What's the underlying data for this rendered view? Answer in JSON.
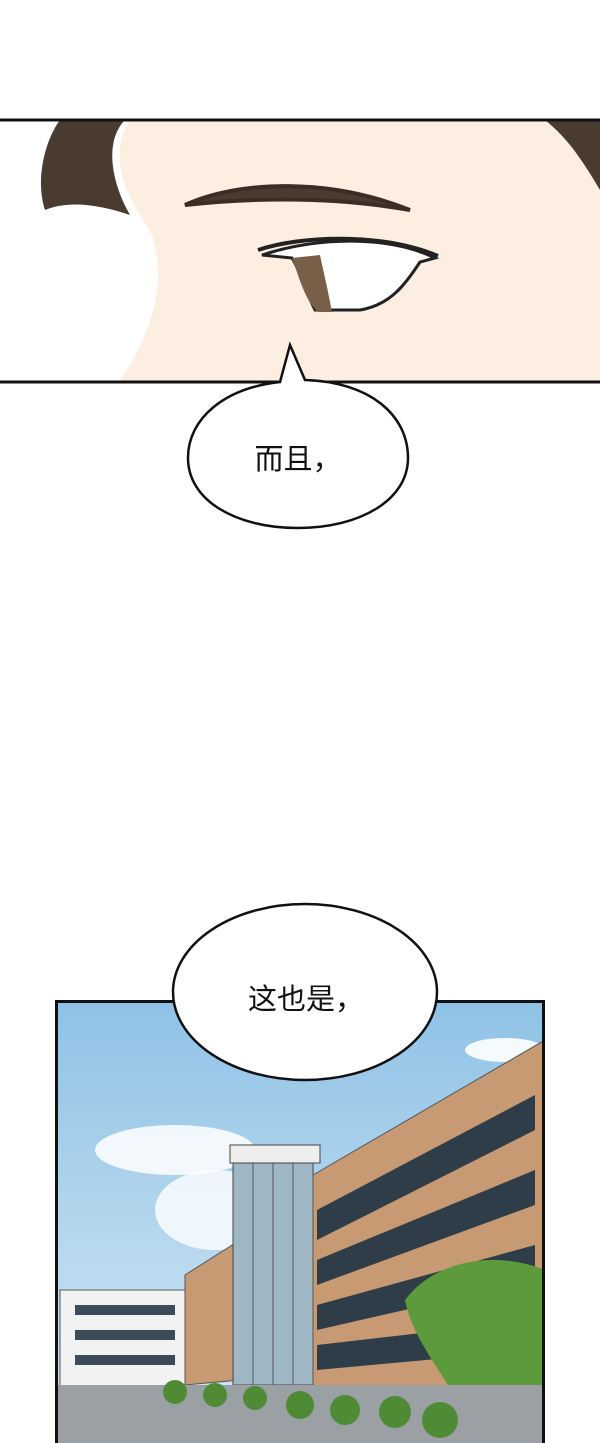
{
  "panels": [
    {
      "id": "face-closeup"
    },
    {
      "id": "school-building"
    }
  ],
  "bubbles": [
    {
      "text": "而且，"
    },
    {
      "text": "这也是，"
    }
  ],
  "colors": {
    "skin": "#fcefe2",
    "hair": "#4a3b31",
    "sky_top": "#a9cfe9",
    "brick": "#c79a73"
  }
}
